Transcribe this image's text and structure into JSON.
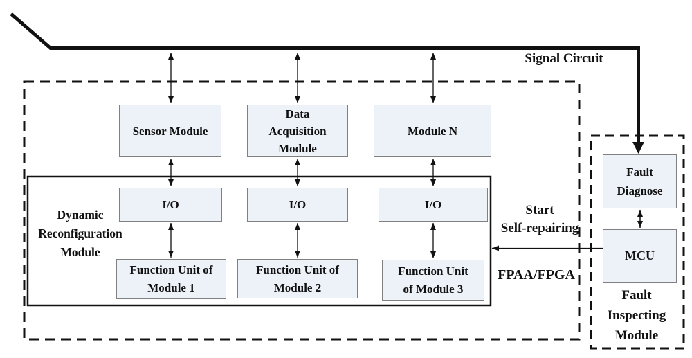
{
  "diagram": {
    "labels": {
      "signal_circuit": "Signal Circuit",
      "dynamic_reconfiguration": "Dynamic\nReconfiguration\nModule",
      "start_self_repairing": "Start\nSelf-repairing",
      "fpaa_fpga": "FPAA/FPGA",
      "fault_inspecting": "Fault\nInspecting\nModule"
    },
    "boxes": {
      "sensor": "Sensor Module",
      "data_acquisition": "Data\nAcquisition\nModule",
      "module_n": "Module N",
      "io_1": "I/O",
      "io_2": "I/O",
      "io_3": "I/O",
      "function_unit_1": "Function Unit of\nModule 1",
      "function_unit_2": "Function Unit of\nModule 2",
      "function_unit_3": "Function Unit\nof Module 3",
      "fault_diagnose": "Fault\nDiagnose",
      "mcu": "MCU"
    },
    "colors": {
      "box_fill": "#edf1f8",
      "box_border": "#808080",
      "line": "#111111"
    }
  }
}
